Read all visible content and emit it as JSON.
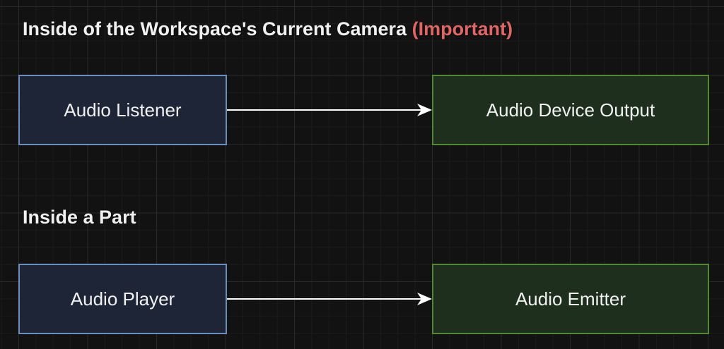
{
  "sections": [
    {
      "title": "Inside of the Workspace's Current Camera",
      "title_note": "(Important)",
      "source": {
        "label": "Audio Listener",
        "color": "#1d2536",
        "border": "#6c8ebf"
      },
      "target": {
        "label": "Audio Device Output",
        "color": "#1f2f1e",
        "border": "#4f8a32"
      }
    },
    {
      "title": "Inside a Part",
      "source": {
        "label": "Audio Player",
        "color": "#1d2536",
        "border": "#6c8ebf"
      },
      "target": {
        "label": "Audio Emitter",
        "color": "#1f2f1e",
        "border": "#4f8a32"
      }
    }
  ],
  "colors": {
    "background": "#121212",
    "important": "#e06666",
    "text": "#f0f0f0",
    "edge": "#ffffff"
  }
}
